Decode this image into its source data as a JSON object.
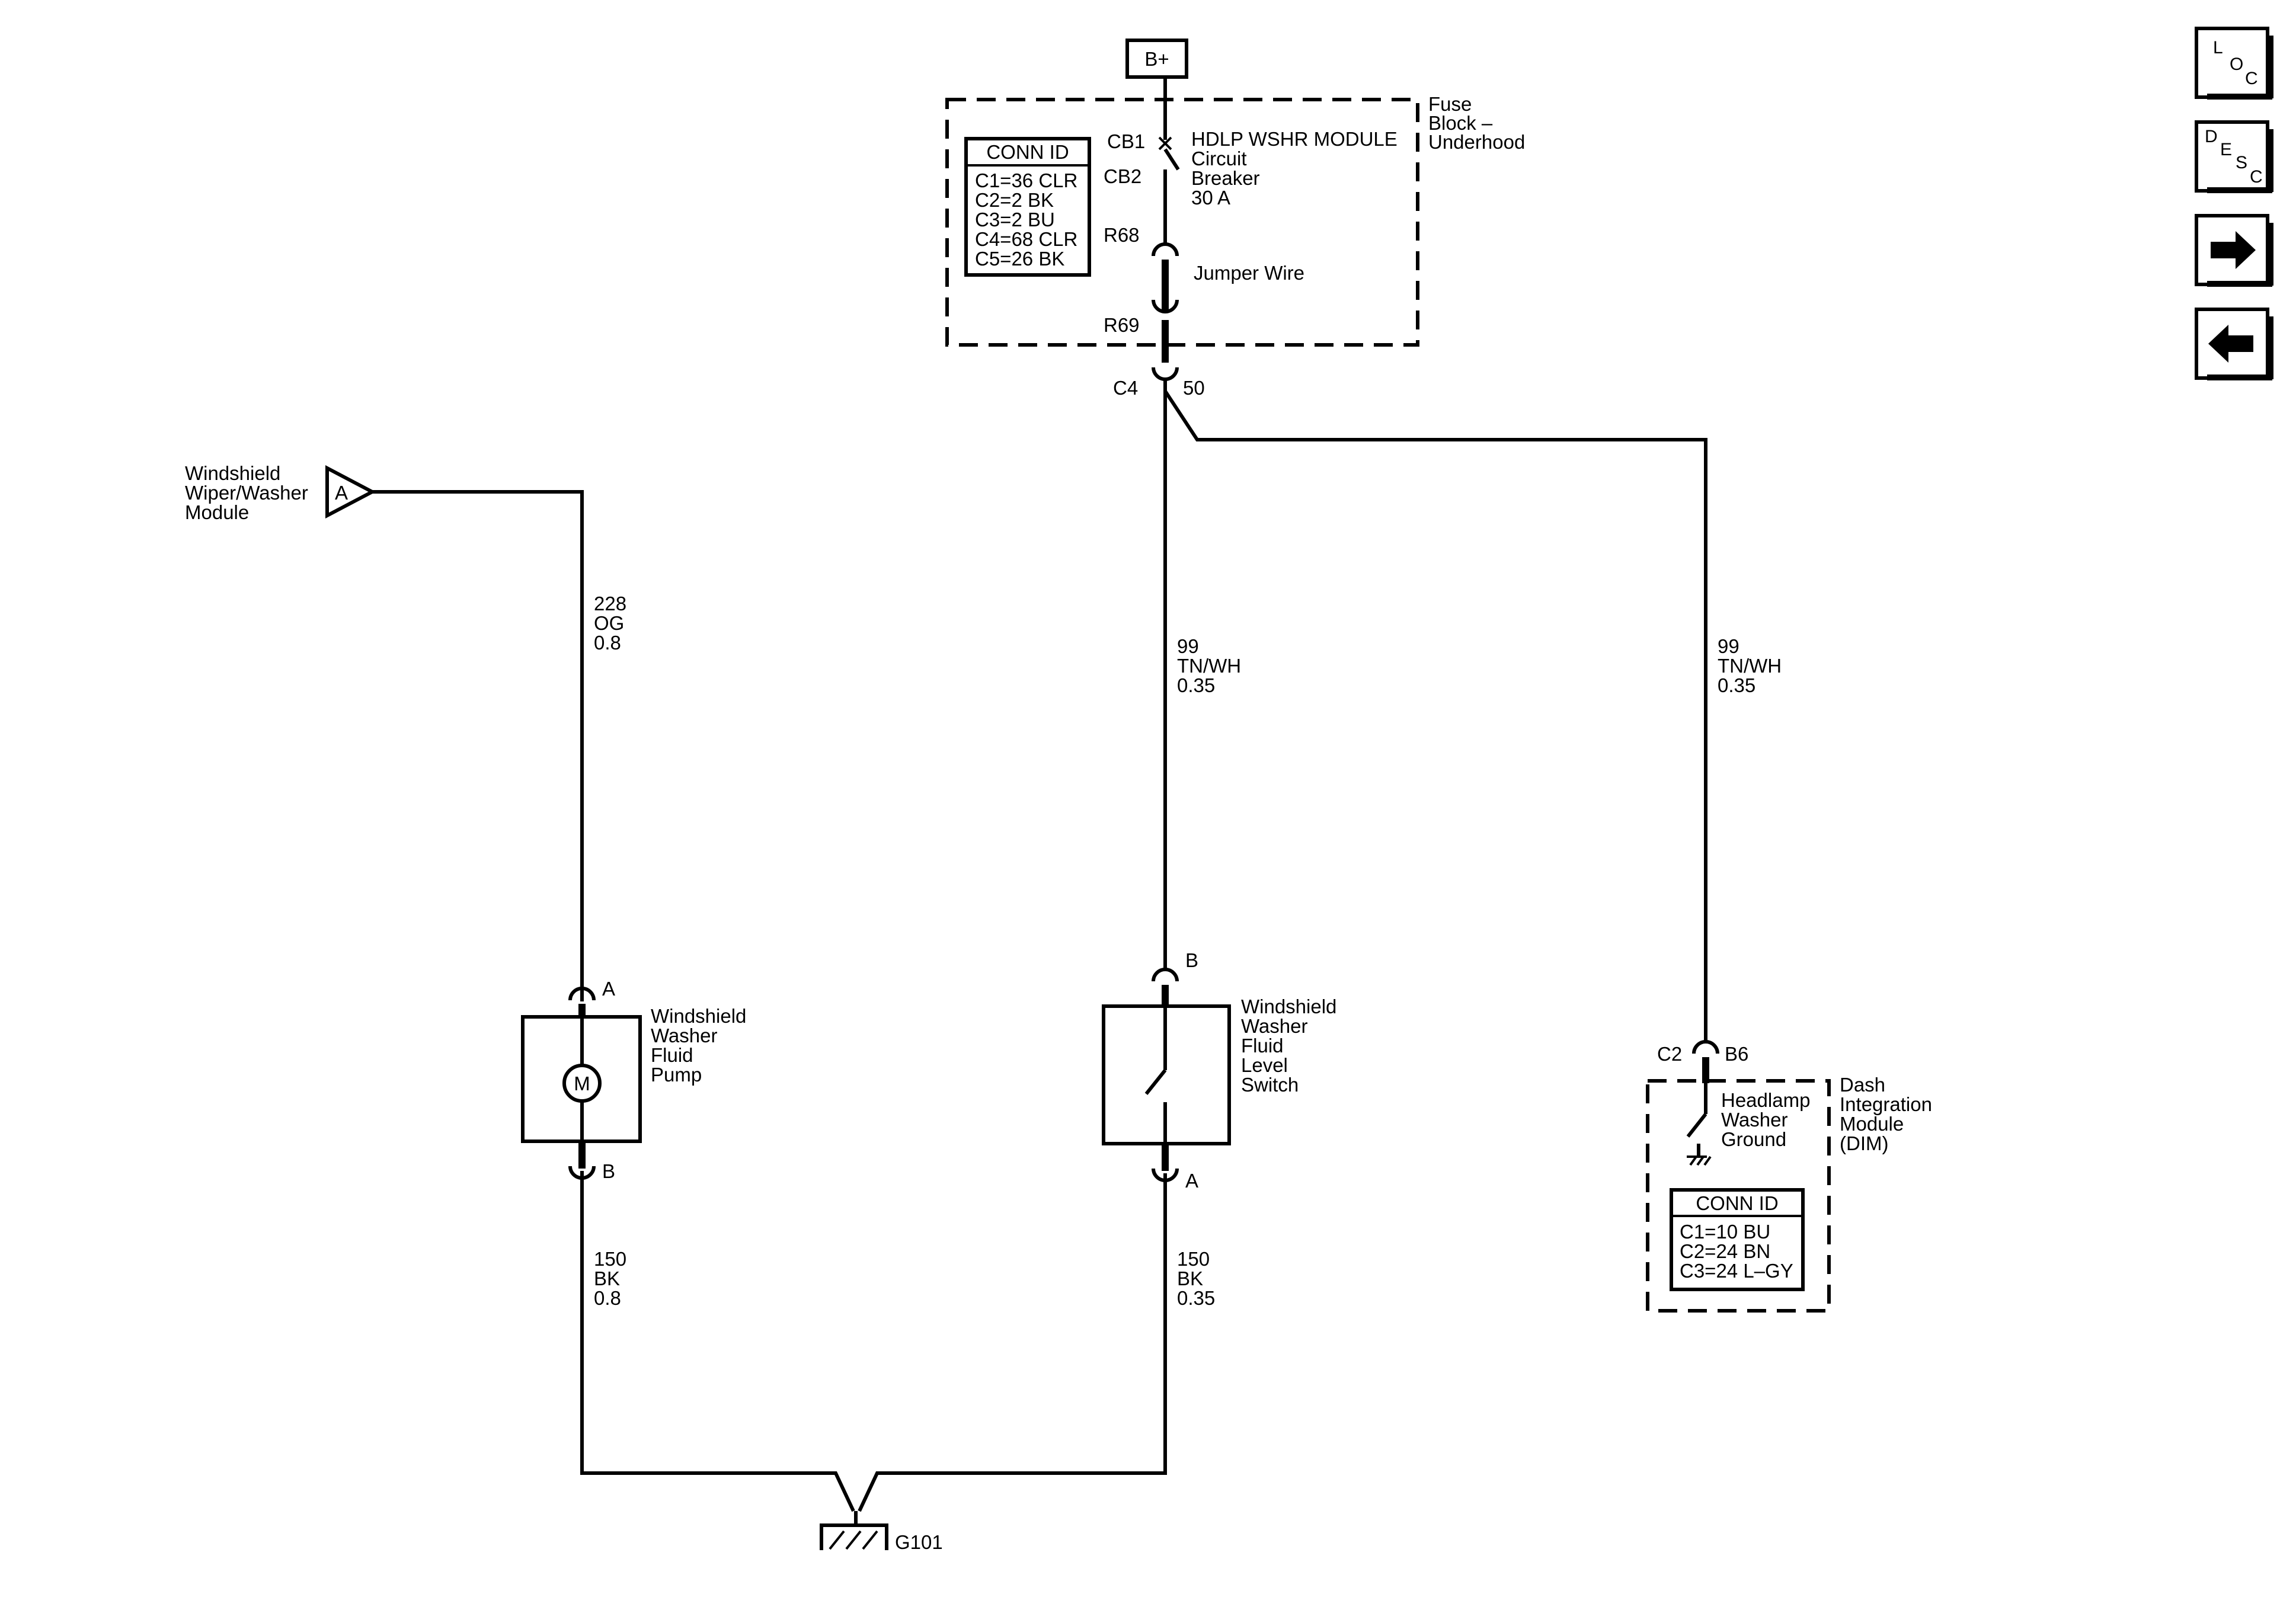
{
  "power": {
    "label": "B+"
  },
  "fuse_block": {
    "name": [
      "Fuse",
      "Block –",
      "Underhood"
    ],
    "conn_id_title": "CONN ID",
    "conn_ids": [
      "C1=36 CLR",
      "C2=2 BK",
      "C3=2 BU",
      "C4=68 CLR",
      "C5=26 BK"
    ],
    "breaker_label": "HDLP WSHR MODULE",
    "breaker_desc": [
      "Circuit",
      "Breaker",
      "30 A"
    ],
    "cb1": "CB1",
    "cb2": "CB2",
    "r68": "R68",
    "r69": "R69",
    "jumper": "Jumper Wire",
    "out_conn": "C4",
    "out_pin": "50"
  },
  "wiper_module": {
    "name": [
      "Windshield",
      "Wiper/Washer",
      "Module"
    ],
    "ref": "A"
  },
  "wires": {
    "pump_feed": [
      "228",
      "OG",
      "0.8"
    ],
    "switch_feed": [
      "99",
      "TN/WH",
      "0.35"
    ],
    "dim_feed": [
      "99",
      "TN/WH",
      "0.35"
    ],
    "pump_ground": [
      "150",
      "BK",
      "0.8"
    ],
    "switch_ground": [
      "150",
      "BK",
      "0.35"
    ]
  },
  "pump": {
    "name": [
      "Windshield",
      "Washer",
      "Fluid",
      "Pump"
    ],
    "motor": "M",
    "pin_top": "A",
    "pin_bottom": "B"
  },
  "level_switch": {
    "name": [
      "Windshield",
      "Washer",
      "Fluid",
      "Level",
      "Switch"
    ],
    "pin_top": "B",
    "pin_bottom": "A"
  },
  "dim": {
    "name": [
      "Dash",
      "Integration",
      "Module",
      "(DIM)"
    ],
    "conn": "C2",
    "pin": "B6",
    "ground_desc": [
      "Headlamp",
      "Washer",
      "Ground"
    ],
    "conn_id_title": "CONN ID",
    "conn_ids": [
      "C1=10 BU",
      "C2=24 BN",
      "C3=24 L–GY"
    ]
  },
  "ground": {
    "label": "G101"
  },
  "nav": {
    "loc": [
      "L",
      "O",
      "C"
    ],
    "desc": [
      "D",
      "E",
      "S",
      "C"
    ],
    "next_glyph": "➡",
    "prev_glyph": "⬅"
  }
}
